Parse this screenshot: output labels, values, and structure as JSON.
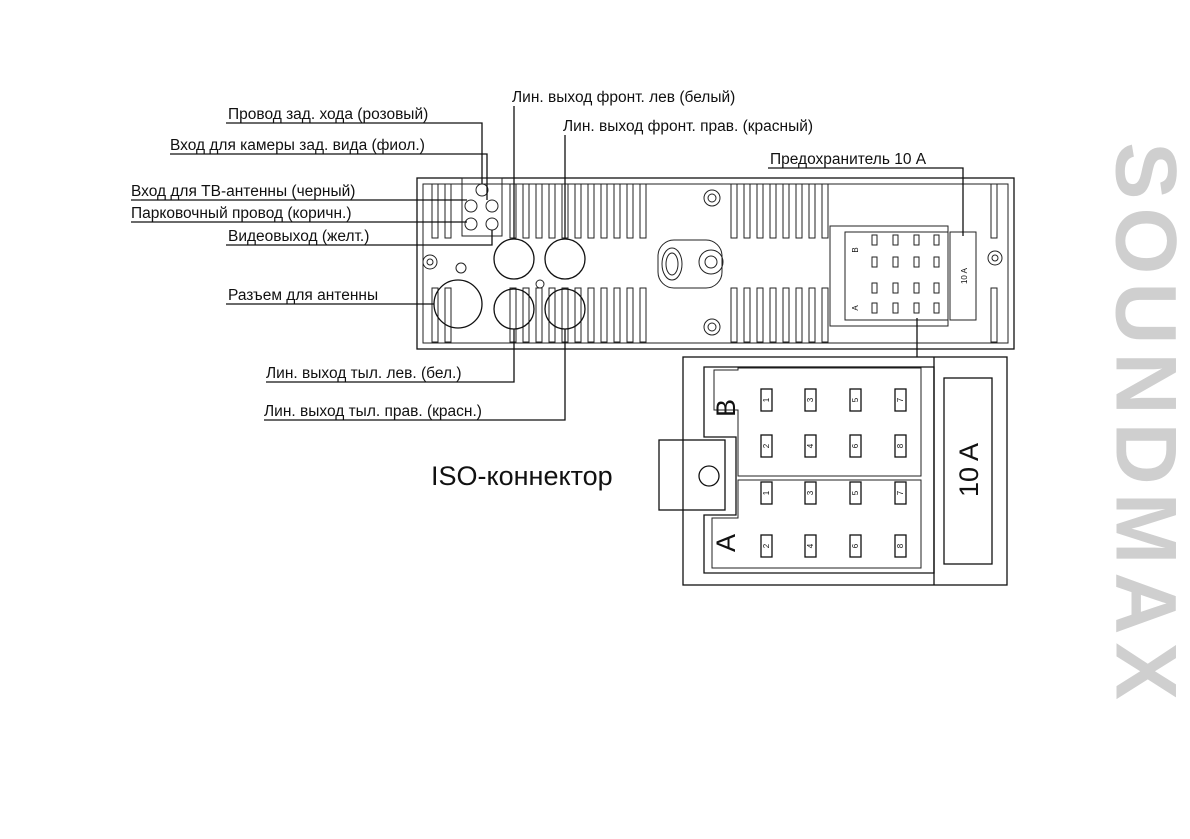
{
  "labels": {
    "reverse_wire": "Провод зад. хода (розовый)",
    "rear_camera_input": "Вход для камеры зад. вида (фиол.)",
    "tv_antenna_input": "Вход для ТВ-антенны (черный)",
    "parking_wire": "Парковочный провод (коричн.)",
    "video_out": "Видеовыход (желт.)",
    "antenna_connector": "Разъем для антенны",
    "line_out_front_left": "Лин. выход фронт. лев (белый)",
    "line_out_front_right": "Лин. выход фронт. прав. (красный)",
    "fuse": "Предохранитель 10 А",
    "line_out_rear_left": "Лин. выход тыл. лев. (бел.)",
    "line_out_rear_right": "Лин. выход тыл. прав. (красн.)",
    "iso_connector": "ISO-коннектор"
  },
  "connector": {
    "block_b": "B",
    "block_a": "A",
    "fuse_rating": "10 A",
    "pins_top_row": [
      "1",
      "3",
      "5",
      "7"
    ],
    "pins_bottom_row": [
      "2",
      "4",
      "6",
      "8"
    ]
  },
  "brand": "SOUNDMAX"
}
